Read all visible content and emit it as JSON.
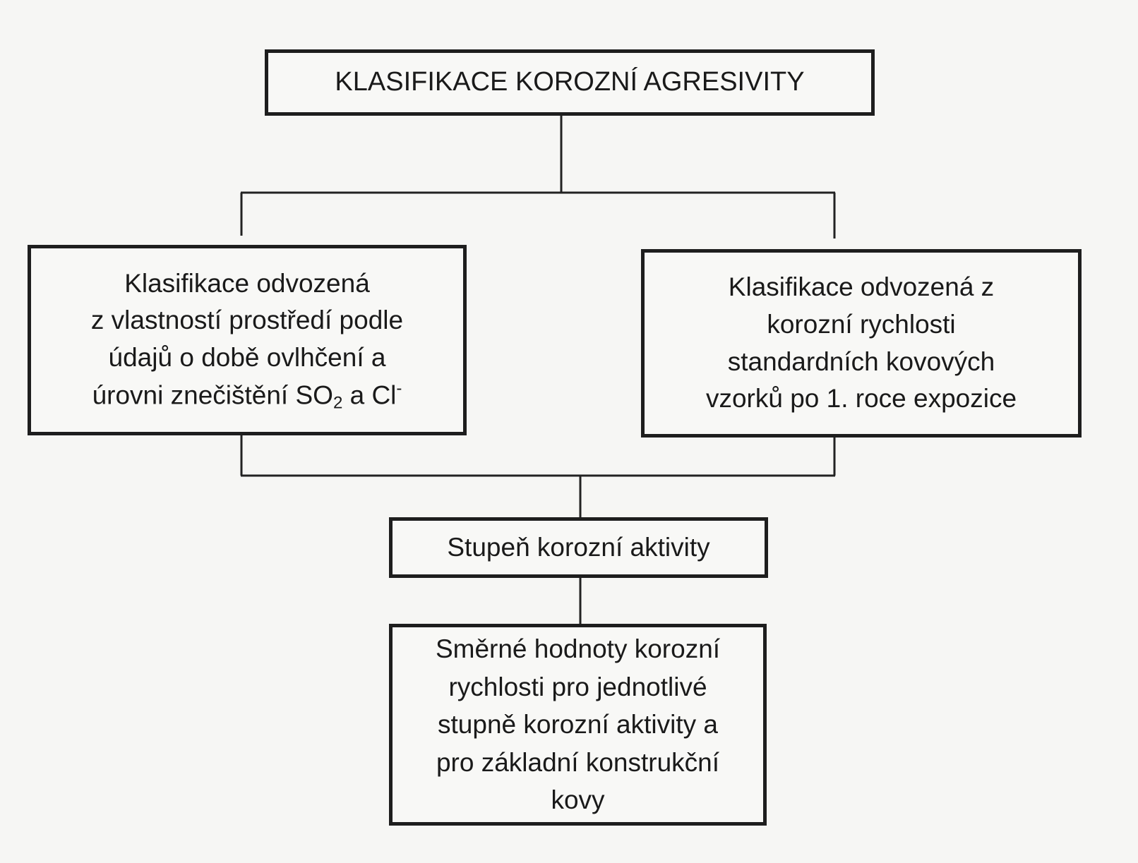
{
  "diagram": {
    "title": "KLASIFIKACE KOROZNÍ AGRESIVITY",
    "left_box": {
      "lines": [
        "Klasifikace odvozená",
        "z vlastností prostředí podle",
        "údajů o době ovlhčení a"
      ],
      "last_line_prefix": "úrovni znečištění SO",
      "subscript": "2",
      "last_line_middle": " a Cl",
      "superscript": "-"
    },
    "right_box": {
      "lines": [
        "Klasifikace odvozená z",
        "korozní rychlosti",
        "standardních kovových",
        "vzorků po 1. roce expozice"
      ]
    },
    "middle_box": {
      "text": "Stupeň korozní aktivity"
    },
    "bottom_box": {
      "lines": [
        "Směrné hodnoty korozní",
        "rychlosti pro jednotlivé",
        "stupně korozní aktivity a",
        "pro základní konstrukční",
        "kovy"
      ]
    }
  }
}
